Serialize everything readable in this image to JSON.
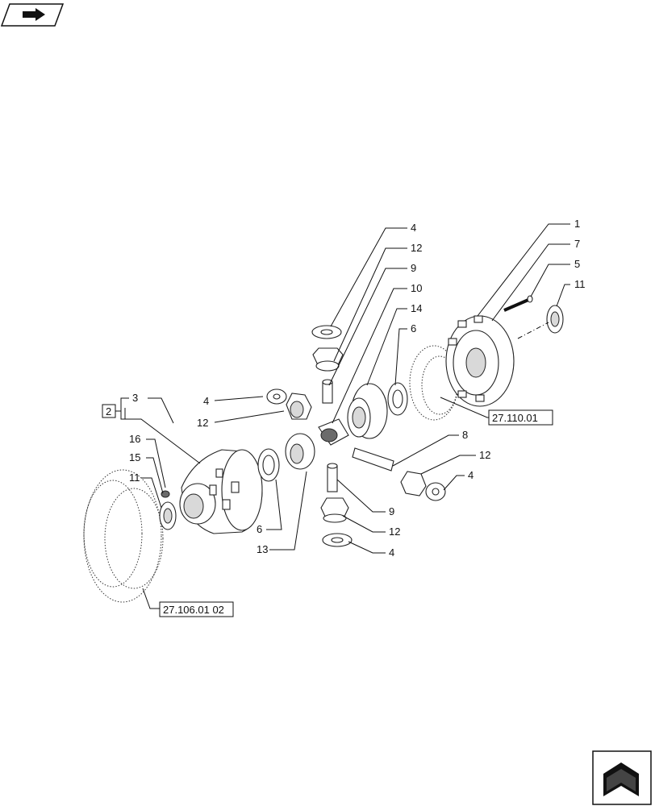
{
  "diagram": {
    "callouts": [
      "1",
      "7",
      "5",
      "11",
      "4",
      "12",
      "9",
      "10",
      "14",
      "6",
      "3",
      "4",
      "12",
      "16",
      "15",
      "11",
      "6",
      "13",
      "8",
      "12",
      "4",
      "9",
      "12",
      "4"
    ],
    "group_box": "2",
    "ref_boxes": [
      "27.110.01",
      "27.106.01 02"
    ],
    "icons": [
      "nav-back-icon",
      "nav-next-icon"
    ]
  }
}
